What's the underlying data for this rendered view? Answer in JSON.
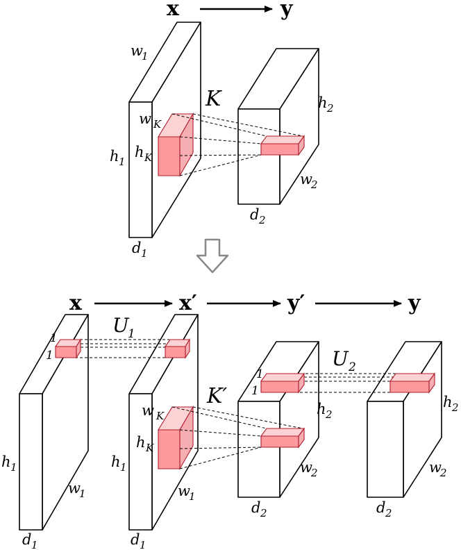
{
  "top": {
    "input_label": "x",
    "output_label": "y",
    "kernel_label": "K",
    "input_dims": {
      "width": "w",
      "width_sub": "1",
      "height": "h",
      "height_sub": "1",
      "depth": "d",
      "depth_sub": "1"
    },
    "output_dims": {
      "width": "w",
      "width_sub": "2",
      "height": "h",
      "height_sub": "2",
      "depth": "d",
      "depth_sub": "2"
    },
    "kernel_dims": {
      "width": "w",
      "width_sub": "K",
      "height": "h",
      "height_sub": "K"
    }
  },
  "bottom": {
    "stage_labels": [
      "x",
      "x′",
      "y′",
      "y"
    ],
    "u1_label": "U",
    "u1_sub": "1",
    "u2_label": "U",
    "u2_sub": "2",
    "kprime_label": "K′",
    "one_label": "1",
    "input_dims": {
      "width": "w",
      "width_sub": "1",
      "height": "h",
      "height_sub": "1",
      "depth": "d",
      "depth_sub": "1"
    },
    "xprime_dims": {
      "width": "w",
      "width_sub": "1",
      "height": "h",
      "height_sub": "1",
      "depth": "d",
      "depth_sub": "1"
    },
    "yprime_dims": {
      "width": "w",
      "width_sub": "2",
      "height": "h",
      "height_sub": "2",
      "depth": "d",
      "depth_sub": "2"
    },
    "output_dims": {
      "width": "w",
      "width_sub": "2",
      "height": "h",
      "height_sub": "2",
      "depth": "d",
      "depth_sub": "2"
    },
    "kernel_dims": {
      "width": "w",
      "width_sub": "K",
      "height": "h",
      "height_sub": "K"
    }
  },
  "colors": {
    "kernel_fill": "#fc9a9e",
    "kernel_stroke": "#b01a2a",
    "transition_arrow": "#888888"
  },
  "icons": {
    "transition": "hollow-down-arrow-icon"
  }
}
